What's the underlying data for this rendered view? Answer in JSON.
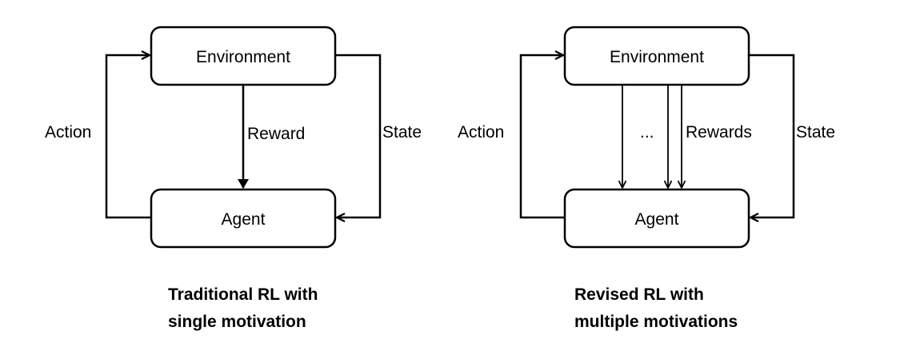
{
  "left_diagram": {
    "environment_label": "Environment",
    "agent_label": "Agent",
    "action_label": "Action",
    "reward_label": "Reward",
    "state_label": "State",
    "caption_line1": "Traditional RL with",
    "caption_line2": "single motivation"
  },
  "right_diagram": {
    "environment_label": "Environment",
    "agent_label": "Agent",
    "action_label": "Action",
    "ellipsis_label": "...",
    "rewards_label": "Rewards",
    "state_label": "State",
    "caption_line1": "Revised RL with",
    "caption_line2": "multiple motivations"
  },
  "colors": {
    "line": "#000000",
    "background": "#ffffff"
  }
}
